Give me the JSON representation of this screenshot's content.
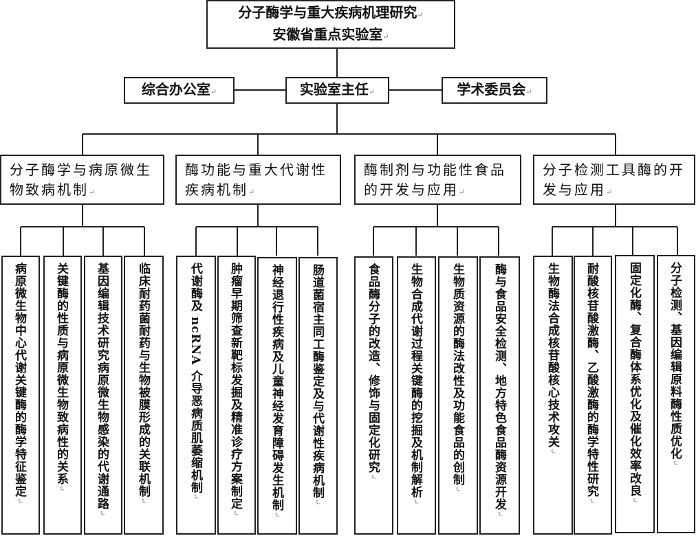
{
  "title": {
    "line1": "分子酶学与重大疾病机理研究",
    "line2": "安徽省重点实验室"
  },
  "level2": {
    "left": "综合办公室",
    "center": "实验室主任",
    "right": "学术委员会"
  },
  "groups": [
    {
      "label": "分子酶学与病原微生物致病机制",
      "items": [
        "病原微生物中心代谢关键酶的酶学特征鉴定",
        "关键酶的性质与病原微生物致病性的关系",
        "基因编辑技术研究病原微生物感染的代谢通路",
        "临床耐药菌耐药与生物被膜形成的关联机制"
      ]
    },
    {
      "label": "酶功能与重大代谢性疾病机制",
      "items": [
        "代谢酶及 ncRNA 介导恶病质肌萎缩机制",
        "肿瘤早期筛查新靶标发掘及精准诊疗方案制定",
        "神经退行性疾病及儿童神经发育障碍发生机制",
        "肠道菌宿主同工酶鉴定及与代谢性疾病机制"
      ]
    },
    {
      "label": "酶制剂与功能性食品的开发与应用",
      "items": [
        "食品酶分子的改造、修饰与固定化研究",
        "生物合成代谢过程关键酶的挖掘及机制解析",
        "生物质资源的酶法改性及功能食品的创制",
        "酶与食品安全检测、地方特色食品酶资源开发"
      ]
    },
    {
      "label": "分子检测工具酶的开发与应用",
      "items": [
        "生物酶法合成核苷酸核心技术攻关",
        "耐酸核苷酸激酶、乙酸激酶的酶学特性研究",
        "固定化酶、复合酶体系优化及催化效率改良",
        "分子检测、基因编辑原料酶性质优化"
      ]
    }
  ]
}
